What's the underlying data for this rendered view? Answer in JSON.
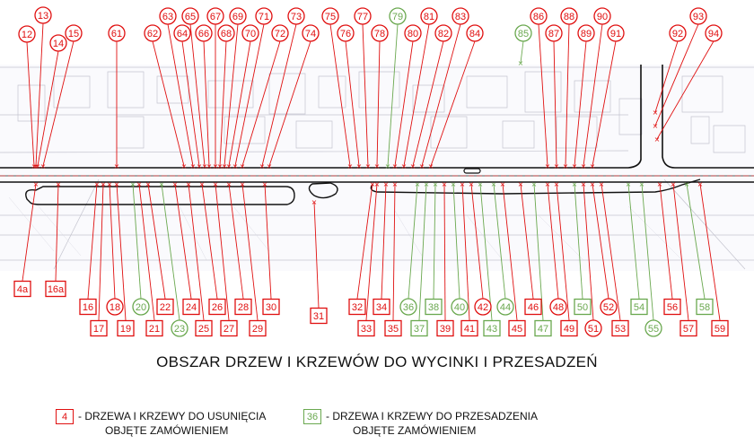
{
  "colors": {
    "remove": "#e01010",
    "transplant": "#6aa84f",
    "road": "#111111",
    "base": "#b9b9c4"
  },
  "title": "OBSZAR DRZEW I KRZEWÓW DO WYCINKI I PRZESADZEŃ",
  "legend": {
    "remove": {
      "number": "4",
      "line1": "- DRZEWA I KRZEWY DO USUNIĘCIA",
      "line2": "OBJĘTE ZAMÓWIENIEM"
    },
    "transplant": {
      "number": "36",
      "line1": "- DRZEWA I KRZEWY DO PRZESADZENIA",
      "line2": "OBJĘTE ZAMÓWIENIEM"
    }
  },
  "markers": [
    {
      "label": "13",
      "shape": "circle",
      "kind": "remove"
    },
    {
      "label": "12",
      "shape": "circle",
      "kind": "remove"
    },
    {
      "label": "14",
      "shape": "circle",
      "kind": "remove"
    },
    {
      "label": "15",
      "shape": "circle",
      "kind": "remove"
    },
    {
      "label": "61",
      "shape": "circle",
      "kind": "remove"
    },
    {
      "label": "62",
      "shape": "circle",
      "kind": "remove"
    },
    {
      "label": "63",
      "shape": "circle",
      "kind": "remove"
    },
    {
      "label": "64",
      "shape": "circle",
      "kind": "remove"
    },
    {
      "label": "65",
      "shape": "circle",
      "kind": "remove"
    },
    {
      "label": "66",
      "shape": "circle",
      "kind": "remove"
    },
    {
      "label": "67",
      "shape": "circle",
      "kind": "remove"
    },
    {
      "label": "68",
      "shape": "circle",
      "kind": "remove"
    },
    {
      "label": "69",
      "shape": "circle",
      "kind": "remove"
    },
    {
      "label": "70",
      "shape": "circle",
      "kind": "remove"
    },
    {
      "label": "71",
      "shape": "circle",
      "kind": "remove"
    },
    {
      "label": "72",
      "shape": "circle",
      "kind": "remove"
    },
    {
      "label": "73",
      "shape": "circle",
      "kind": "remove"
    },
    {
      "label": "74",
      "shape": "circle",
      "kind": "remove"
    },
    {
      "label": "75",
      "shape": "circle",
      "kind": "remove"
    },
    {
      "label": "76",
      "shape": "circle",
      "kind": "remove"
    },
    {
      "label": "77",
      "shape": "circle",
      "kind": "remove"
    },
    {
      "label": "78",
      "shape": "circle",
      "kind": "remove"
    },
    {
      "label": "79",
      "shape": "circle",
      "kind": "transplant"
    },
    {
      "label": "80",
      "shape": "circle",
      "kind": "remove"
    },
    {
      "label": "81",
      "shape": "circle",
      "kind": "remove"
    },
    {
      "label": "82",
      "shape": "circle",
      "kind": "remove"
    },
    {
      "label": "83",
      "shape": "circle",
      "kind": "remove"
    },
    {
      "label": "84",
      "shape": "circle",
      "kind": "remove"
    },
    {
      "label": "85",
      "shape": "circle",
      "kind": "transplant"
    },
    {
      "label": "86",
      "shape": "circle",
      "kind": "remove"
    },
    {
      "label": "87",
      "shape": "circle",
      "kind": "remove"
    },
    {
      "label": "88",
      "shape": "circle",
      "kind": "remove"
    },
    {
      "label": "89",
      "shape": "circle",
      "kind": "remove"
    },
    {
      "label": "90",
      "shape": "circle",
      "kind": "remove"
    },
    {
      "label": "91",
      "shape": "circle",
      "kind": "remove"
    },
    {
      "label": "92",
      "shape": "circle",
      "kind": "remove"
    },
    {
      "label": "93",
      "shape": "circle",
      "kind": "remove"
    },
    {
      "label": "94",
      "shape": "circle",
      "kind": "remove"
    },
    {
      "label": "4a",
      "shape": "square",
      "kind": "remove"
    },
    {
      "label": "16a",
      "shape": "square",
      "kind": "remove"
    },
    {
      "label": "16",
      "shape": "square",
      "kind": "remove"
    },
    {
      "label": "17",
      "shape": "square",
      "kind": "remove"
    },
    {
      "label": "18",
      "shape": "circle",
      "kind": "remove"
    },
    {
      "label": "19",
      "shape": "square",
      "kind": "remove"
    },
    {
      "label": "20",
      "shape": "circle",
      "kind": "transplant"
    },
    {
      "label": "21",
      "shape": "square",
      "kind": "remove"
    },
    {
      "label": "22",
      "shape": "square",
      "kind": "remove"
    },
    {
      "label": "23",
      "shape": "circle",
      "kind": "transplant"
    },
    {
      "label": "24",
      "shape": "square",
      "kind": "remove"
    },
    {
      "label": "25",
      "shape": "square",
      "kind": "remove"
    },
    {
      "label": "26",
      "shape": "square",
      "kind": "remove"
    },
    {
      "label": "27",
      "shape": "square",
      "kind": "remove"
    },
    {
      "label": "28",
      "shape": "square",
      "kind": "remove"
    },
    {
      "label": "29",
      "shape": "square",
      "kind": "remove"
    },
    {
      "label": "30",
      "shape": "square",
      "kind": "remove"
    },
    {
      "label": "31",
      "shape": "square",
      "kind": "remove"
    },
    {
      "label": "32",
      "shape": "square",
      "kind": "remove"
    },
    {
      "label": "33",
      "shape": "square",
      "kind": "remove"
    },
    {
      "label": "34",
      "shape": "square",
      "kind": "remove"
    },
    {
      "label": "35",
      "shape": "square",
      "kind": "remove"
    },
    {
      "label": "36",
      "shape": "circle",
      "kind": "transplant"
    },
    {
      "label": "37",
      "shape": "square",
      "kind": "transplant"
    },
    {
      "label": "38",
      "shape": "square",
      "kind": "transplant"
    },
    {
      "label": "39",
      "shape": "square",
      "kind": "remove"
    },
    {
      "label": "40",
      "shape": "circle",
      "kind": "transplant"
    },
    {
      "label": "41",
      "shape": "square",
      "kind": "remove"
    },
    {
      "label": "42",
      "shape": "circle",
      "kind": "remove"
    },
    {
      "label": "43",
      "shape": "square",
      "kind": "transplant"
    },
    {
      "label": "44",
      "shape": "circle",
      "kind": "transplant"
    },
    {
      "label": "45",
      "shape": "square",
      "kind": "remove"
    },
    {
      "label": "46",
      "shape": "square",
      "kind": "remove"
    },
    {
      "label": "47",
      "shape": "square",
      "kind": "transplant"
    },
    {
      "label": "48",
      "shape": "circle",
      "kind": "remove"
    },
    {
      "label": "49",
      "shape": "square",
      "kind": "remove"
    },
    {
      "label": "50",
      "shape": "square",
      "kind": "transplant"
    },
    {
      "label": "51",
      "shape": "circle",
      "kind": "remove"
    },
    {
      "label": "52",
      "shape": "circle",
      "kind": "remove"
    },
    {
      "label": "53",
      "shape": "square",
      "kind": "remove"
    },
    {
      "label": "54",
      "shape": "square",
      "kind": "transplant"
    },
    {
      "label": "55",
      "shape": "circle",
      "kind": "transplant"
    },
    {
      "label": "56",
      "shape": "square",
      "kind": "remove"
    },
    {
      "label": "57",
      "shape": "square",
      "kind": "remove"
    },
    {
      "label": "58",
      "shape": "square",
      "kind": "transplant"
    },
    {
      "label": "59",
      "shape": "square",
      "kind": "remove"
    }
  ]
}
